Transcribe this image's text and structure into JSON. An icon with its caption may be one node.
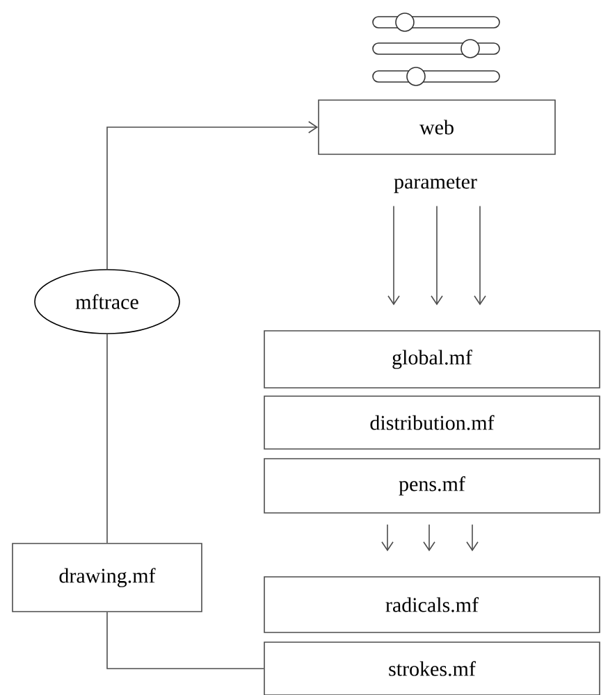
{
  "diagram": {
    "nodes": [
      {
        "text": [
          "web"
        ]
      },
      {
        "text": [
          "parameter"
        ]
      },
      {
        "text": [
          "mftrace"
        ]
      },
      {
        "text": [
          "global.mf"
        ]
      },
      {
        "text": [
          "distribution.mf"
        ]
      },
      {
        "text": [
          "pens.mf"
        ]
      },
      {
        "text": [
          "drawing.mf"
        ]
      },
      {
        "text": [
          "radicals.mf"
        ]
      },
      {
        "text": [
          "strokes.mf"
        ]
      }
    ],
    "edges": [
      {
        "from": 2,
        "to": 0,
        "arrow": "to"
      },
      {
        "from": 6,
        "to": 2,
        "arrow": "none"
      },
      {
        "from": 8,
        "to": 6,
        "arrow": "none"
      },
      {
        "from": 1,
        "to": 3,
        "arrow": "to"
      },
      {
        "from": 1,
        "to": 3,
        "arrow": "to"
      },
      {
        "from": 1,
        "to": 3,
        "arrow": "to"
      },
      {
        "from": 5,
        "to": 7,
        "arrow": "to"
      },
      {
        "from": 5,
        "to": 7,
        "arrow": "to"
      },
      {
        "from": 5,
        "to": 7,
        "arrow": "to"
      }
    ]
  }
}
